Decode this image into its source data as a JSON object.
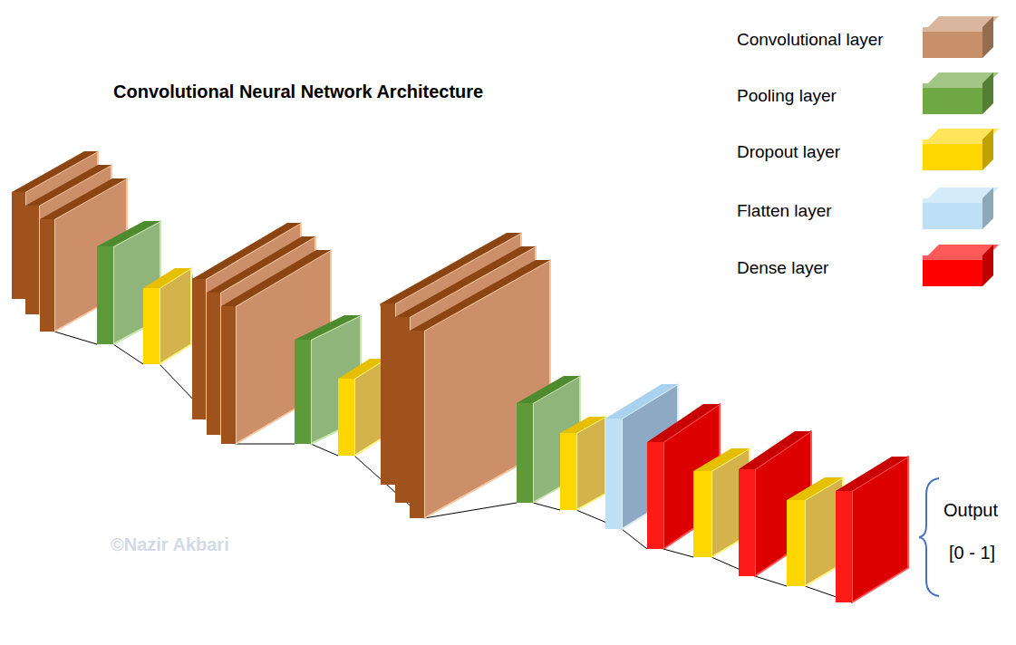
{
  "diagram": {
    "title": "Convolutional Neural Network Architecture",
    "labels": [
      "Output",
      "[0 - 1]",
      "©Nazir Akbari"
    ],
    "legend": [
      {
        "text": "Convolutional layer",
        "color": "#c8906a"
      },
      {
        "text": "Pooling layer",
        "color": "#70a845"
      },
      {
        "text": "Dropout layer",
        "color": "#ffd700"
      },
      {
        "text": "Flatten layer",
        "color": "#bde0f7"
      },
      {
        "text": "Dense layer",
        "color": "#ff0000"
      }
    ]
  }
}
